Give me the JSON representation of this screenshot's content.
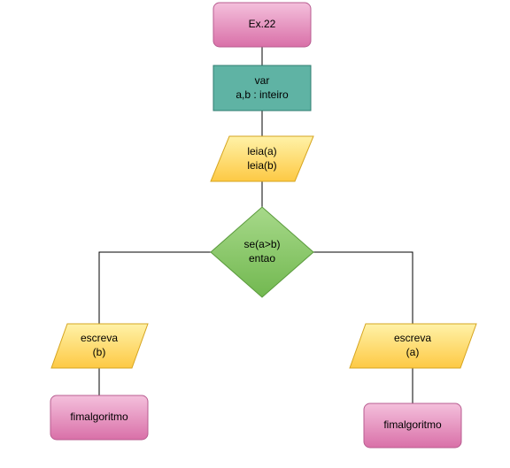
{
  "diagram": {
    "title_node": "Ex.22",
    "var_node": [
      "var",
      "a,b : inteiro"
    ],
    "input_node": [
      "leia(a)",
      "leia(b)"
    ],
    "decision_node": [
      "se(a>b)",
      "entao"
    ],
    "left_output": [
      "escreva",
      "(b)"
    ],
    "right_output": [
      "escreva",
      "(a)"
    ],
    "left_end": "fimalgoritmo",
    "right_end": "fimalgoritmo"
  },
  "colors": {
    "terminal_top": "#f4c0dc",
    "terminal_bottom": "#d970a8",
    "terminal_stroke": "#b85c90",
    "process_fill": "#5fb3a4",
    "process_stroke": "#2f7d70",
    "io_top": "#fff2a8",
    "io_bottom": "#fdc944",
    "io_stroke": "#d6a520",
    "decision_top": "#a7d98a",
    "decision_bottom": "#72b850",
    "decision_stroke": "#5a9a3c",
    "connector": "#000000"
  }
}
